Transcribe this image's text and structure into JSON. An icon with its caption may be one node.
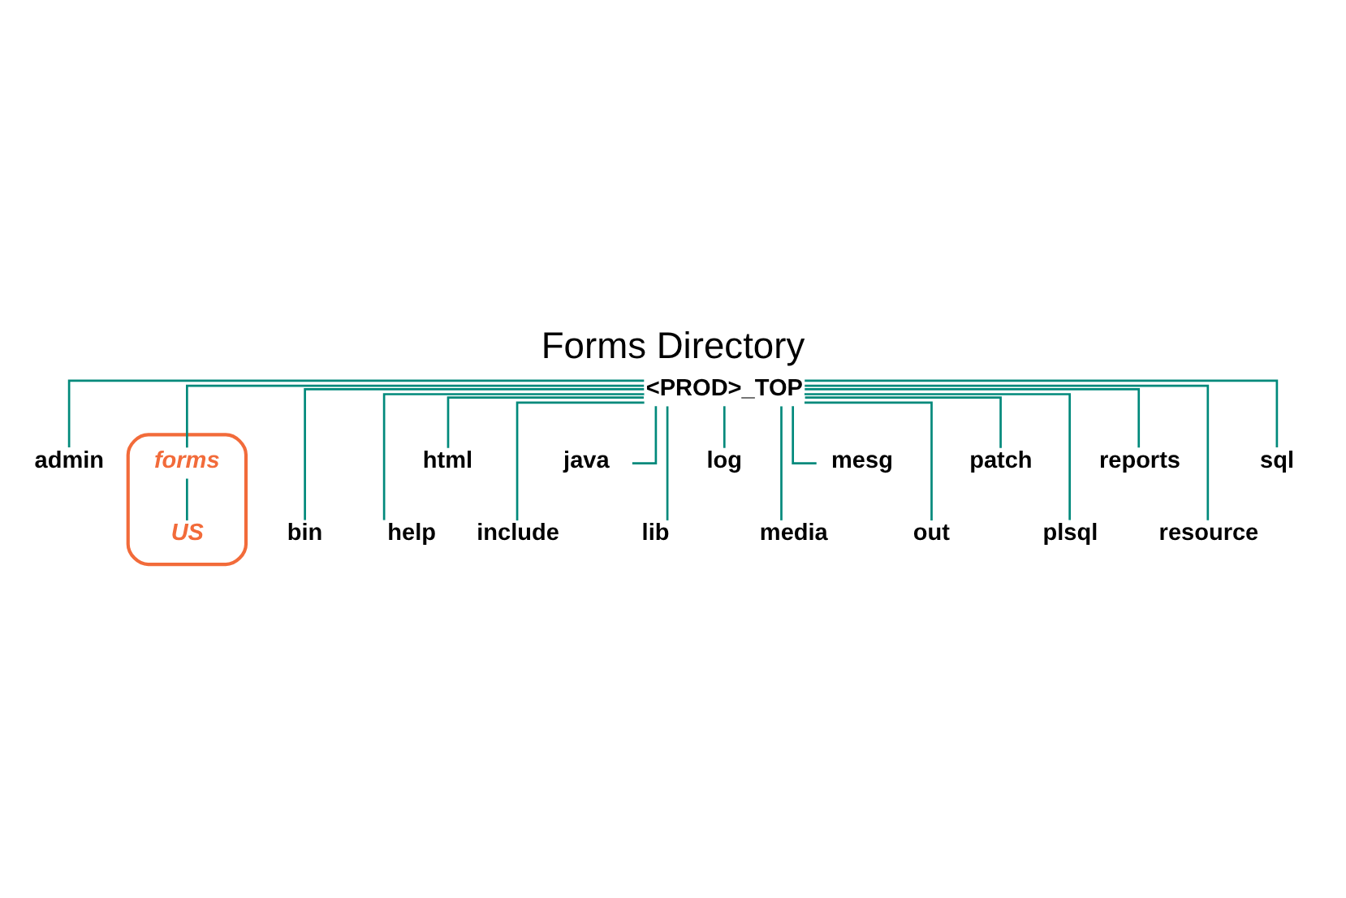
{
  "diagram": {
    "title": "Forms Directory",
    "nodes": [
      {
        "text": [
          "<PROD>_TOP"
        ]
      },
      {
        "text": [
          "admin"
        ]
      },
      {
        "text": [
          "bin"
        ]
      },
      {
        "text": [],
        "shape": "ellipse"
      },
      {
        "text": [
          "forms"
        ],
        "in": 3
      },
      {
        "text": [
          "US"
        ],
        "in": 3
      },
      {
        "text": [
          "help"
        ]
      },
      {
        "text": [
          "html"
        ]
      },
      {
        "text": [
          "include"
        ]
      },
      {
        "text": [
          "java"
        ]
      },
      {
        "text": [
          "lib"
        ]
      },
      {
        "text": [
          "log"
        ]
      },
      {
        "text": [
          "media"
        ]
      },
      {
        "text": [
          "mesg"
        ]
      },
      {
        "text": [
          "out"
        ]
      },
      {
        "text": [
          "patch"
        ]
      },
      {
        "text": [
          "plsql"
        ]
      },
      {
        "text": [
          "reports"
        ]
      },
      {
        "text": [
          "resource"
        ]
      },
      {
        "text": [
          "sql"
        ]
      }
    ],
    "edges": [
      {
        "from": 0,
        "to": 1,
        "arrow": "none"
      },
      {
        "from": 0,
        "to": 2,
        "arrow": "none"
      },
      {
        "from": 0,
        "to": 4,
        "arrow": "none"
      },
      {
        "from": 0,
        "to": 6,
        "arrow": "none"
      },
      {
        "from": 0,
        "to": 7,
        "arrow": "none"
      },
      {
        "from": 0,
        "to": 8,
        "arrow": "none"
      },
      {
        "from": 0,
        "to": 9,
        "arrow": "none"
      },
      {
        "from": 0,
        "to": 10,
        "arrow": "none"
      },
      {
        "from": 0,
        "to": 11,
        "arrow": "none"
      },
      {
        "from": 0,
        "to": 12,
        "arrow": "none"
      },
      {
        "from": 0,
        "to": 13,
        "arrow": "none"
      },
      {
        "from": 0,
        "to": 14,
        "arrow": "none"
      },
      {
        "from": 0,
        "to": 15,
        "arrow": "none"
      },
      {
        "from": 0,
        "to": 16,
        "arrow": "none"
      },
      {
        "from": 0,
        "to": 17,
        "arrow": "none"
      },
      {
        "from": 0,
        "to": 18,
        "arrow": "none"
      },
      {
        "from": 0,
        "to": 19,
        "arrow": "none"
      },
      {
        "from": 4,
        "to": 5,
        "arrow": "none"
      }
    ]
  }
}
